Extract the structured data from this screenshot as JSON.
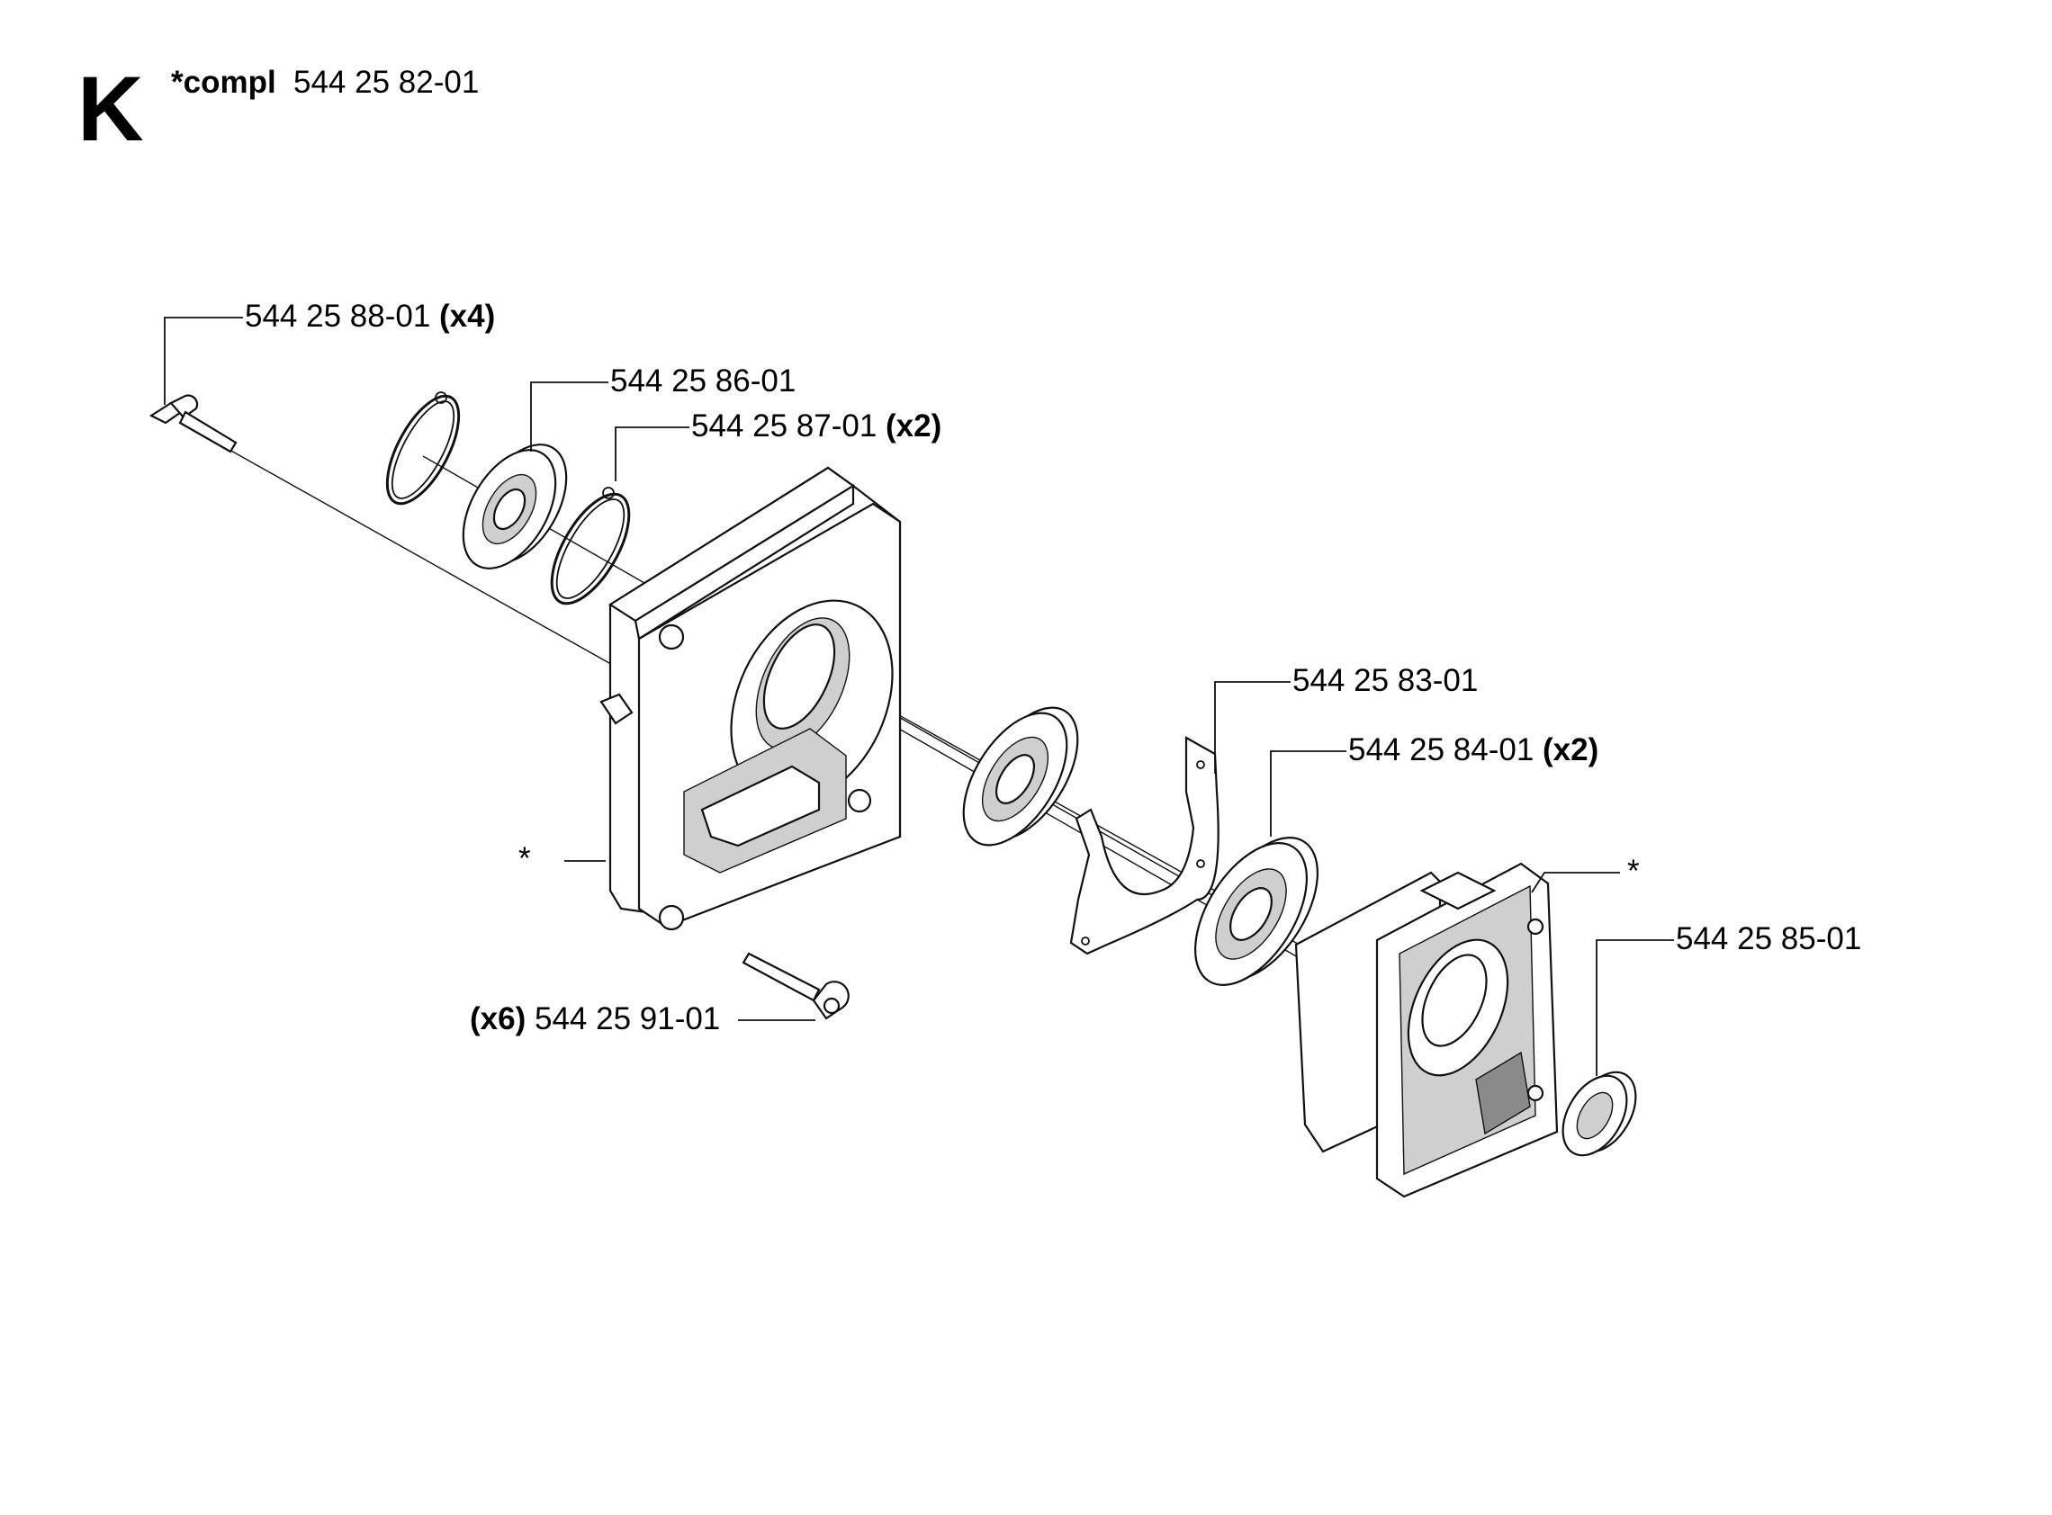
{
  "header": {
    "section_letter": "K",
    "compl_prefix": "*compl",
    "compl_number": "544 25 82-01"
  },
  "labels": {
    "screw_long": {
      "number": "544 25 88-01",
      "qty": "(x4)"
    },
    "bearing_left": {
      "number": "544 25 86-01"
    },
    "circlip": {
      "number": "544 25 87-01",
      "qty": "(x2)"
    },
    "gasket": {
      "number": "544 25 83-01"
    },
    "bearing_pair": {
      "number": "544 25 84-01",
      "qty": "(x2)"
    },
    "seal": {
      "number": "544 25 85-01"
    },
    "screw_short": {
      "qty": "(x6)",
      "number": "544 25 91-01"
    },
    "asterisk_left": "*",
    "asterisk_right": "*"
  }
}
